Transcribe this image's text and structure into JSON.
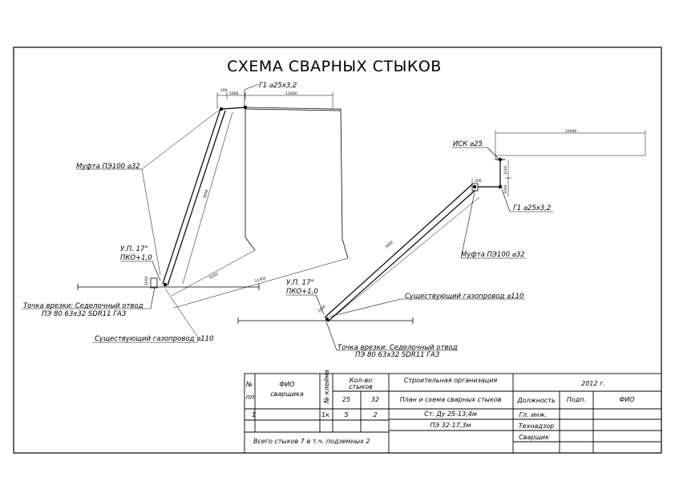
{
  "title": "СХЕМА СВАРНЫХ СТЫКОВ",
  "left_scheme": {
    "pipe_top": "Г1 ⌀25х3,2",
    "coupling": "Муфта ПЭ100 ⌀32",
    "angle": "У.П. 17°",
    "pko": "ПКО+1,0",
    "tap_line1": "Точка врезки: Седелочный отвод",
    "tap_line2": "ПЭ 80 63х32 SDR11 ГАЗ",
    "existing": "Существующий газопровод ⌀110",
    "dims": {
      "top_a": "200",
      "top_b": "1000",
      "top_c": "13000",
      "diag": "3650",
      "left_v": "1000",
      "lower_a": "4100",
      "lower_b": "11300"
    }
  },
  "right_scheme": {
    "isk": "ИСК ⌀25",
    "pipe": "Г1 ⌀25х3,2",
    "coupling": "Муфта ПЭ100 ⌀32",
    "angle": "У.П. 17°",
    "pko": "ПКО+1,0",
    "existing": "Существующий газопровод ⌀110",
    "tap_line1": "Точка врезки: Седелочный отвод",
    "tap_line2": "ПЭ 80 63х32 SDR11 ГАЗ",
    "dims": {
      "top": "10000",
      "v_a": "1000",
      "v_b": "1000",
      "small": "200",
      "diag": "3400",
      "low": "1000"
    }
  },
  "stamp": {
    "col_no_top": "№",
    "col_no_bot": "пп",
    "col_fio_top": "ФИО",
    "col_fio_bot": "сварщика",
    "col_mark": "№ клейма",
    "col_count_top": "Кол-во",
    "col_count_bot": "стыков",
    "col_25": "25",
    "col_32": "32",
    "row_no": "1",
    "row_mark": "1к",
    "row_25": "5",
    "row_32": "2",
    "total": "Всего стыков 7 в т.ч. подземных 2",
    "org": "Строительная организация",
    "plan": "План и схема сварных стыков",
    "st_pipe": "Ст. Ду 25-13,4м",
    "pe_pipe": "ПЭ 32-17,3м",
    "year": "2012 г.",
    "h_position": "Должность",
    "h_sign": "Подп.",
    "h_fio": "ФИО",
    "r1": "Гл. инж.",
    "r2": "Технадзор",
    "r3": "Сварщик"
  }
}
